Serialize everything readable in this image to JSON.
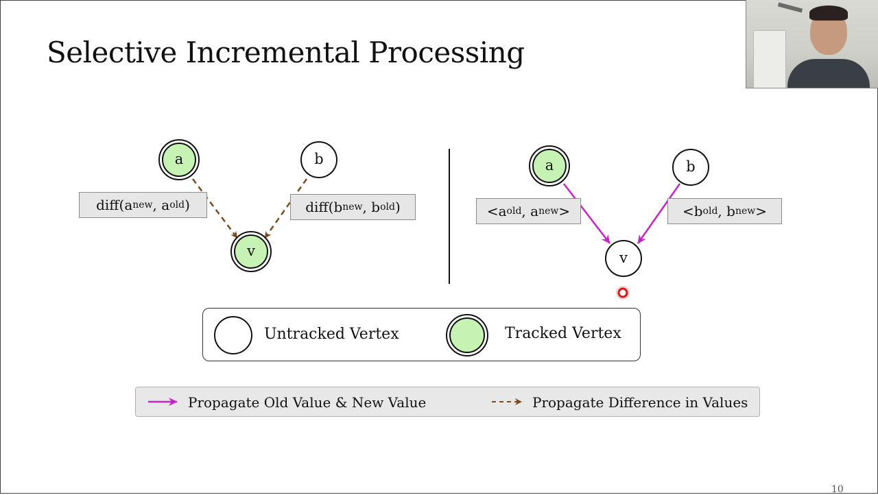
{
  "title": "Selective Incremental Processing",
  "left_panel": {
    "vertex_a": "a",
    "vertex_b": "b",
    "vertex_v": "v",
    "label_a": {
      "prefix": "diff(a",
      "sub1": "new",
      "mid": " , a",
      "sub2": "old",
      "suffix": ")"
    },
    "label_b": {
      "prefix": "diff(b",
      "sub1": "new",
      "mid": " , b",
      "sub2": "old",
      "suffix": ")"
    }
  },
  "right_panel": {
    "vertex_a": "a",
    "vertex_b": "b",
    "vertex_v": "v",
    "label_a": {
      "prefix": "<a",
      "sub1": "old",
      "mid": " , a",
      "sub2": "new",
      "suffix": ">"
    },
    "label_b": {
      "prefix": "<b",
      "sub1": "old",
      "mid": " , b",
      "sub2": "new",
      "suffix": ">"
    }
  },
  "legend": {
    "untracked": "Untracked Vertex",
    "tracked": "Tracked Vertex"
  },
  "arrow_legend": {
    "solid": "Propagate Old Value & New Value",
    "dashed": "Propagate Difference in Values"
  },
  "page_number": "10",
  "colors": {
    "tracked_fill": "#c6f2b3",
    "solid_arrow": "#c724c7",
    "dashed_arrow": "#7a4a1e",
    "cursor_marker": "#d81818"
  }
}
